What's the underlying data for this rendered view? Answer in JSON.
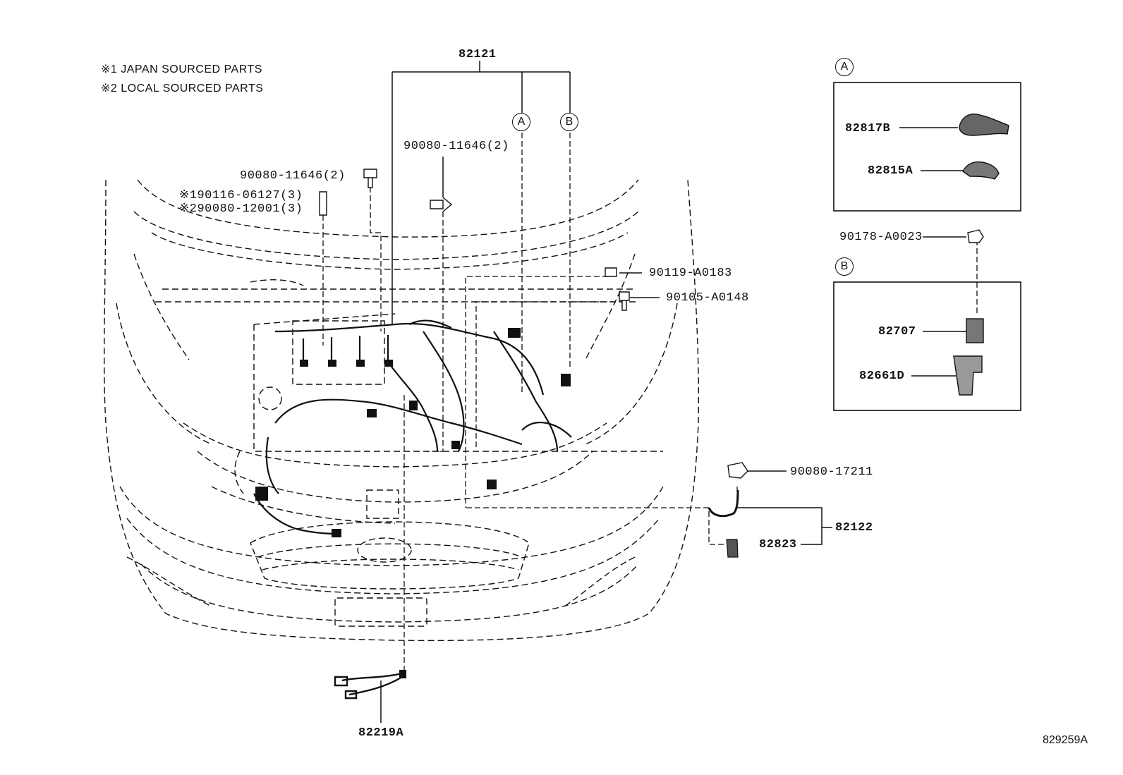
{
  "notes": {
    "japan": "※1 JAPAN SOURCED PARTS",
    "local": "※2 LOCAL SOURCED PARTS"
  },
  "parts": {
    "harness_main": "82121",
    "bolt_top_left": "90080-11646(2)",
    "bolt_center": "90080-11646(2)",
    "stud_japan": "※190116-06127(3)",
    "stud_local": "※290080-12001(3)",
    "bolt_right_1": "90119-A0183",
    "bolt_right_2": "90105-A0148",
    "cover_a_upper": "82817B",
    "cover_a_lower": "82815A",
    "nut_b": "90178-A0023",
    "block_b_upper": "82707",
    "block_b_lower": "82661D",
    "nut_side": "90080-17211",
    "wire_side": "82122",
    "plug_side": "82823",
    "wire_front": "82219A"
  },
  "callouts": {
    "a_label": "A",
    "b_label": "B",
    "box_a_label": "A",
    "box_b_label": "B"
  },
  "diagram_ref": "829259A"
}
